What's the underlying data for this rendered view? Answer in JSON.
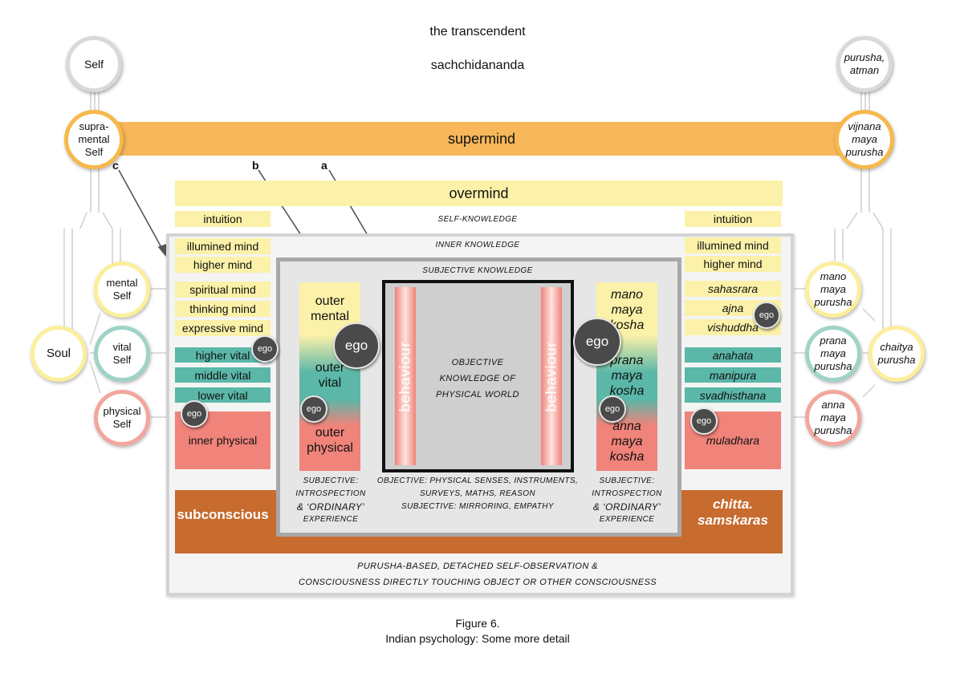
{
  "top": {
    "transcendent": "the transcendent",
    "sachchidananda": "sachchidananda"
  },
  "circles": {
    "self": "Self",
    "purusha_atman": "purusha, atman",
    "supramental_self": "supra-mental Self",
    "vijnana": "vijnana maya purusha",
    "mental_self": "mental Self",
    "vital_self": "vital Self",
    "physical_self": "physical Self",
    "soul": "Soul",
    "mano_purusha": "mano maya purusha",
    "prana_purusha": "prana maya purusha",
    "anna_purusha": "anna maya purusha",
    "chaitya": "chaitya purusha"
  },
  "bands": {
    "supermind": "supermind",
    "overmind": "overmind"
  },
  "markers": {
    "a": "a",
    "b": "b",
    "c": "c"
  },
  "left": {
    "intuition": "intuition",
    "illumined": "illumined mind",
    "higher": "higher mind",
    "spiritual": "spiritual mind",
    "thinking": "thinking mind",
    "expressive": "expressive mind",
    "higher_vital": "higher vital",
    "middle_vital": "middle vital",
    "lower_vital": "lower vital",
    "inner_physical": "inner physical",
    "subconscious": "subconscious"
  },
  "right": {
    "intuition": "intuition",
    "illumined": "illumined mind",
    "higher": "higher mind",
    "sahasrara": "sahasrara",
    "ajna": "ajna",
    "vishuddha": "vishuddha",
    "anahata": "anahata",
    "manipura": "manipura",
    "svadhisthana": "svadhisthana",
    "muladhara": "muladhara",
    "chitta": "chitta. samskaras"
  },
  "knowledge": {
    "self": "SELF-KNOWLEDGE",
    "inner": "INNER KNOWLEDGE",
    "subjective": "SUBJECTIVE KNOWLEDGE",
    "objective": "OBJECTIVE KNOWLEDGE OF PHYSICAL WORLD"
  },
  "outer": {
    "mental": "outer mental",
    "vital": "outer vital",
    "physical": "outer physical"
  },
  "kosha": {
    "mano": "mano maya kosha",
    "prana": "prana maya kosha",
    "anna": "anna maya kosha"
  },
  "behaviour": "behaviour",
  "ego": "ego",
  "captions": {
    "subj_left_1": "SUBJECTIVE:",
    "subj_left_2": "INTROSPECTION",
    "subj_left_3": "& ‘ORDINARY’",
    "subj_left_4": "EXPERIENCE",
    "obj_1": "OBJECTIVE: PHYSICAL SENSES, INSTRUMENTS,",
    "obj_2": "SURVEYS, MATHS, REASON",
    "obj_3": "SUBJECTIVE: MIRRORING, EMPATHY",
    "subj_right_1": "SUBJECTIVE:",
    "subj_right_2": "INTROSPECTION",
    "subj_right_3": "& ‘ORDINARY’",
    "subj_right_4": "EXPERIENCE",
    "bottom_1": "PURUSHA-BASED, DETACHED SELF-OBSERVATION &",
    "bottom_2": "CONSCIOUSNESS DIRECTLY TOUCHING OBJECT OR OTHER CONSCIOUSNESS"
  },
  "figure": {
    "number": "Figure 6.",
    "title": "Indian psychology: Some more detail"
  }
}
